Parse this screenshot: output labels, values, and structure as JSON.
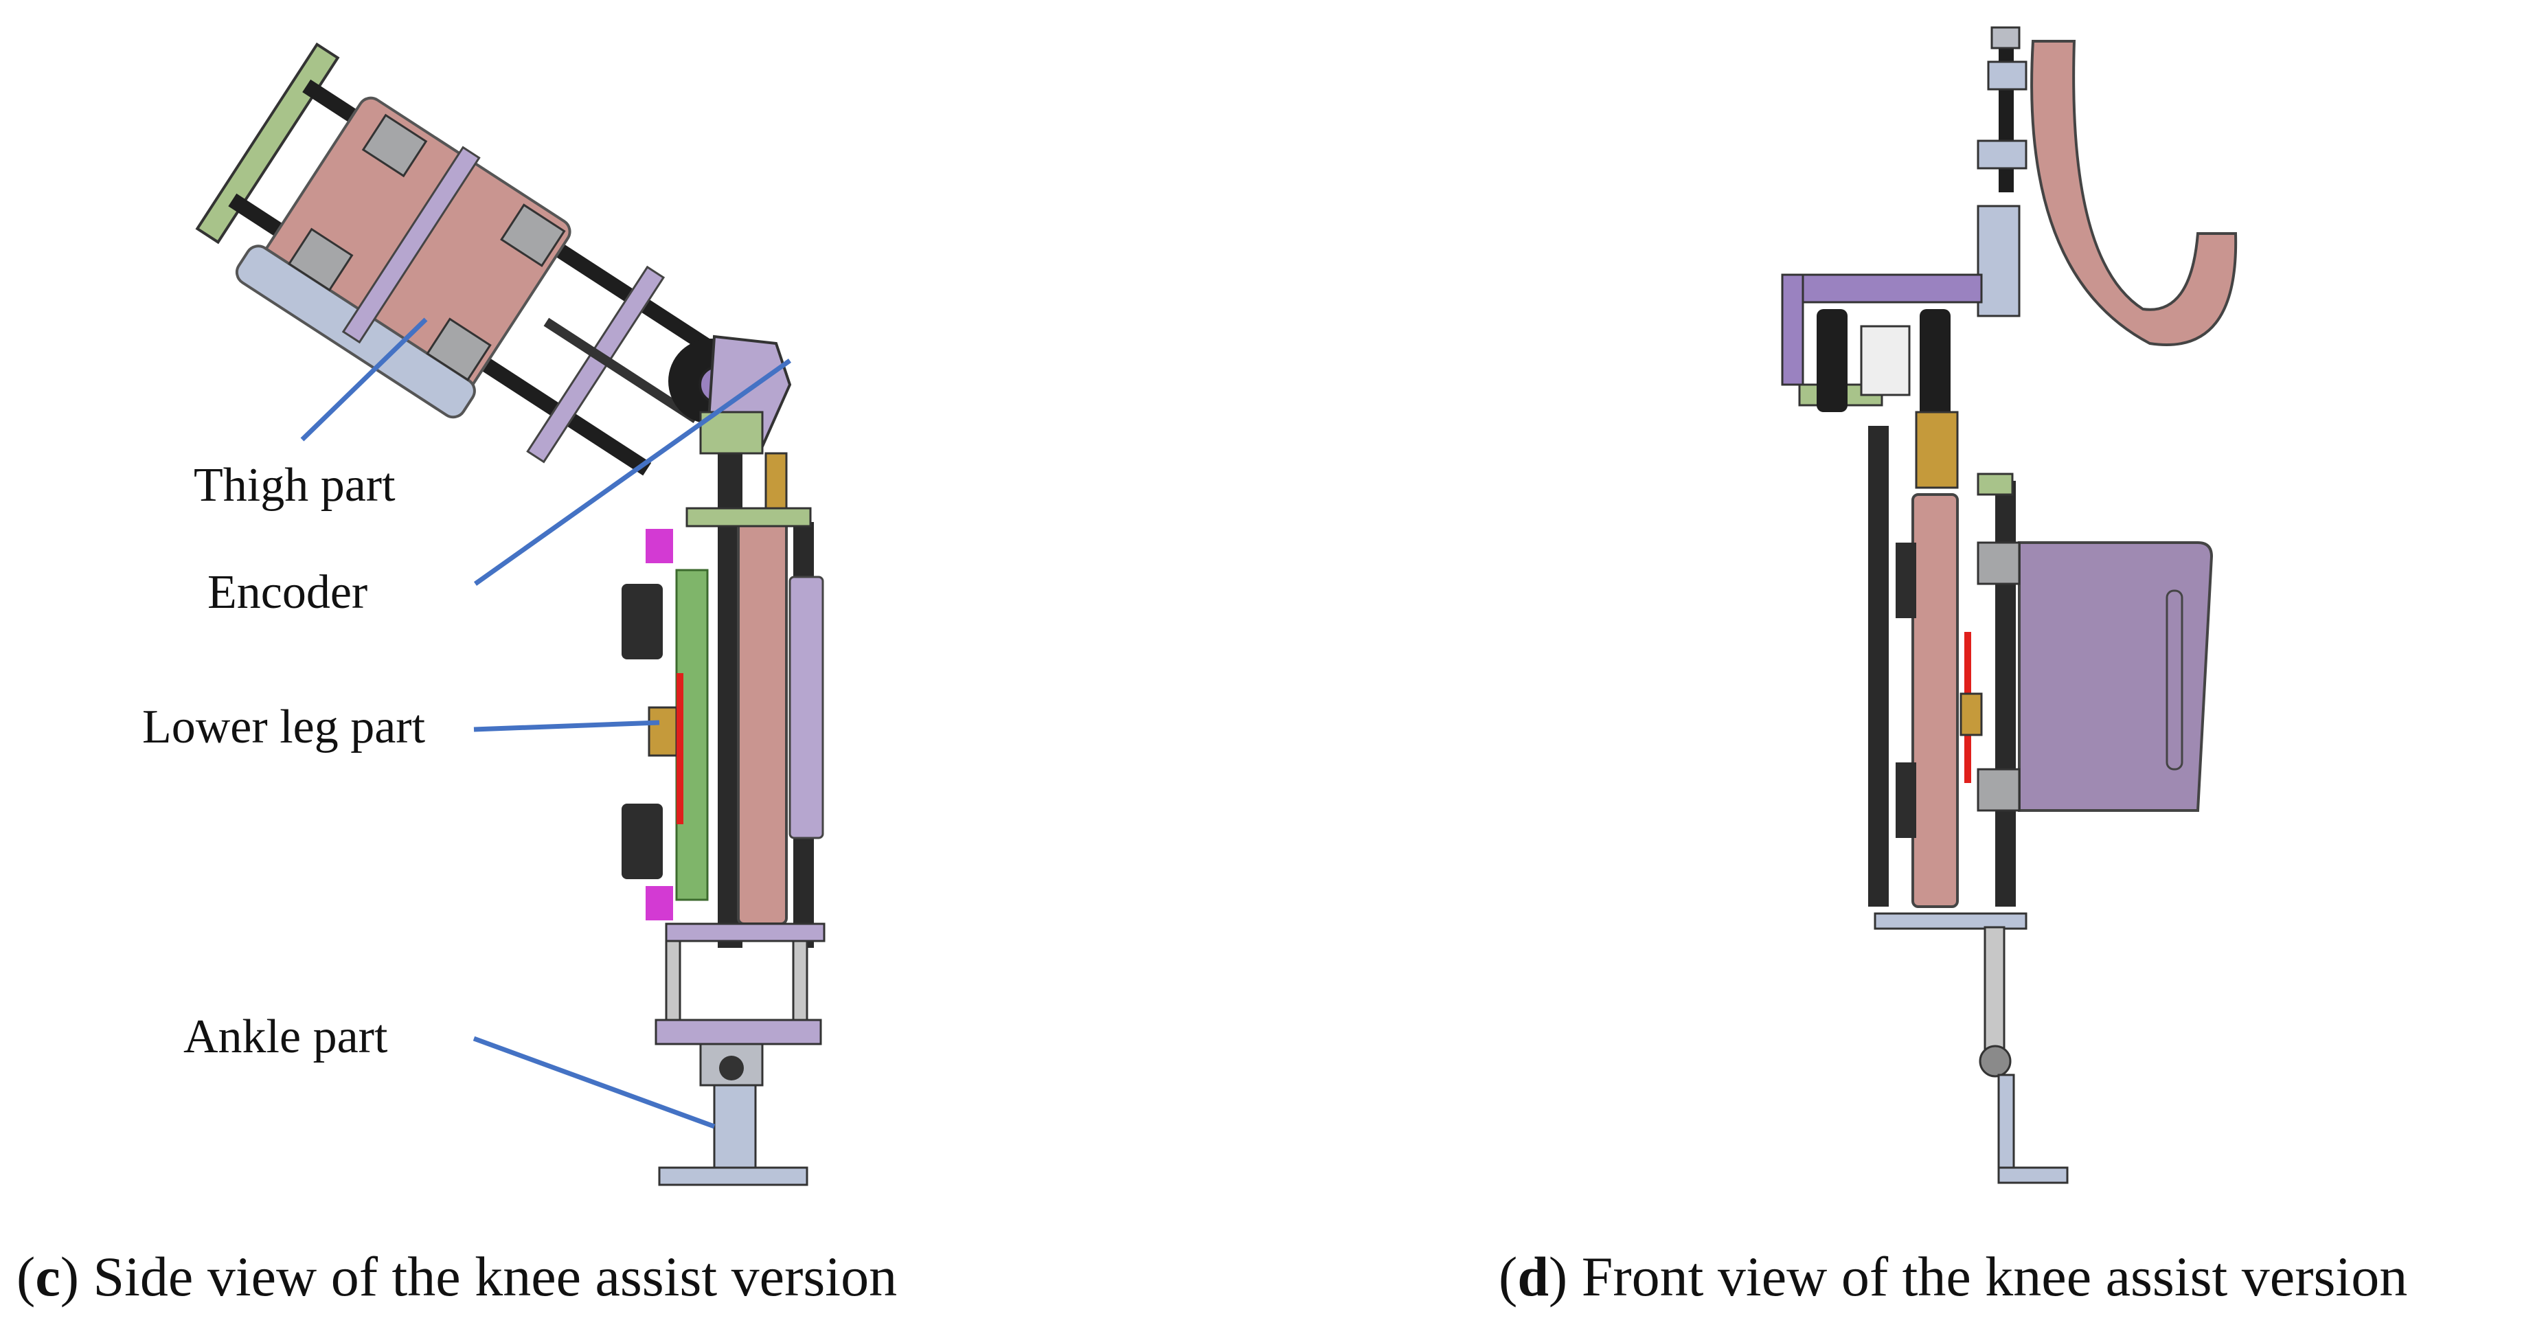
{
  "figure": {
    "panel_c": {
      "letter": "c",
      "caption": "Side view of the knee assist version",
      "labels": {
        "thigh": "Thigh part",
        "encoder": "Encoder",
        "lower_leg": "Lower leg part",
        "ankle": "Ankle part"
      }
    },
    "panel_d": {
      "letter": "d",
      "caption": "Front view of the knee assist version"
    }
  },
  "colors": {
    "leader_line": "#4472c4",
    "cuff_pink": "#c99590",
    "frame_lavender": "#b6a6cf",
    "frame_purple": "#9a82c0",
    "bracket_green": "#a8c38a",
    "rod_black": "#1e1e1e",
    "spring_green": "#7fb56a",
    "magenta": "#d33ad3",
    "steel_grey": "#b9bcc4",
    "plate_purple": "#9f8ab2",
    "brass": "#c59a3b",
    "cable_red": "#e0201c"
  }
}
